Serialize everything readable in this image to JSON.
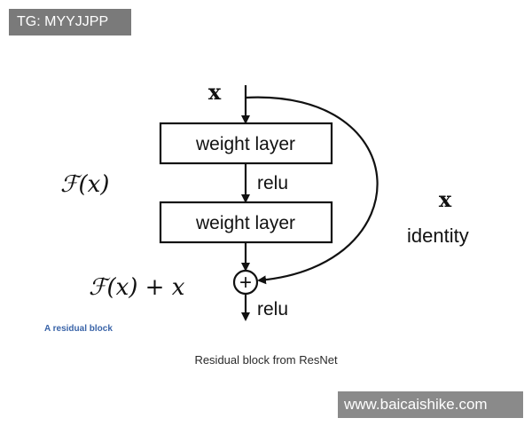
{
  "watermark_top": "TG: MYYJJPP",
  "watermark_bottom": "www.baicaishike.com",
  "diagram": {
    "input_label": "x",
    "box1_label": "weight layer",
    "box2_label": "weight layer",
    "relu_mid_label": "relu",
    "relu_out_label": "relu",
    "fx_label": "ℱ(x)",
    "fx_plus_x_label": "ℱ(x) + x",
    "add_symbol": "+",
    "shortcut_x_label": "x",
    "identity_label": "identity",
    "block_caption": "A residual block",
    "figure_caption": "Residual block from ResNet"
  }
}
